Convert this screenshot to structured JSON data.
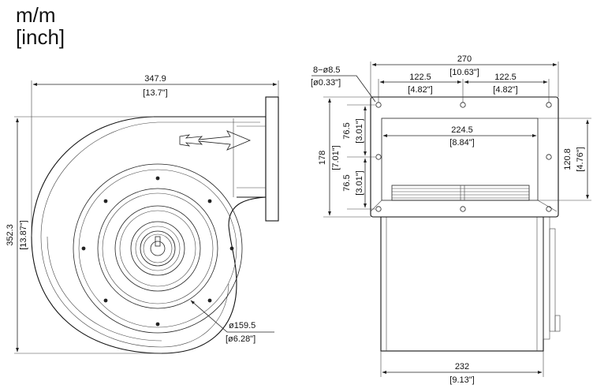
{
  "units": {
    "primary": "m/m",
    "secondary": "[inch]"
  },
  "front_view": {
    "width_mm": "347.9",
    "width_in": "[13.7\"]",
    "height_mm": "352.3",
    "height_in": "[13.87\"]",
    "dia_mm": "ø159.5",
    "dia_in": "[ø6.28\"]"
  },
  "side_view": {
    "holes_mm": "8−ø8.5",
    "holes_in": "[ø0.33\"]",
    "overall_width_mm": "270",
    "overall_width_in": "[10.63\"]",
    "hole_pitch_left_mm": "122.5",
    "hole_pitch_left_in": "[4.82\"]",
    "hole_pitch_right_mm": "122.5",
    "hole_pitch_right_in": "[4.82\"]",
    "opening_width_mm": "224.5",
    "opening_width_in": "[8.84\"]",
    "flange_height_mm": "178",
    "flange_height_in": "[7.01\"]",
    "upper_pitch_mm": "76.5",
    "upper_pitch_in": "[3.01\"]",
    "lower_pitch_mm": "76.5",
    "lower_pitch_in": "[3.01\"]",
    "opening_height_mm": "120.8",
    "opening_height_in": "[4.76\"]",
    "housing_width_mm": "232",
    "housing_width_in": "[9.13\"]"
  }
}
